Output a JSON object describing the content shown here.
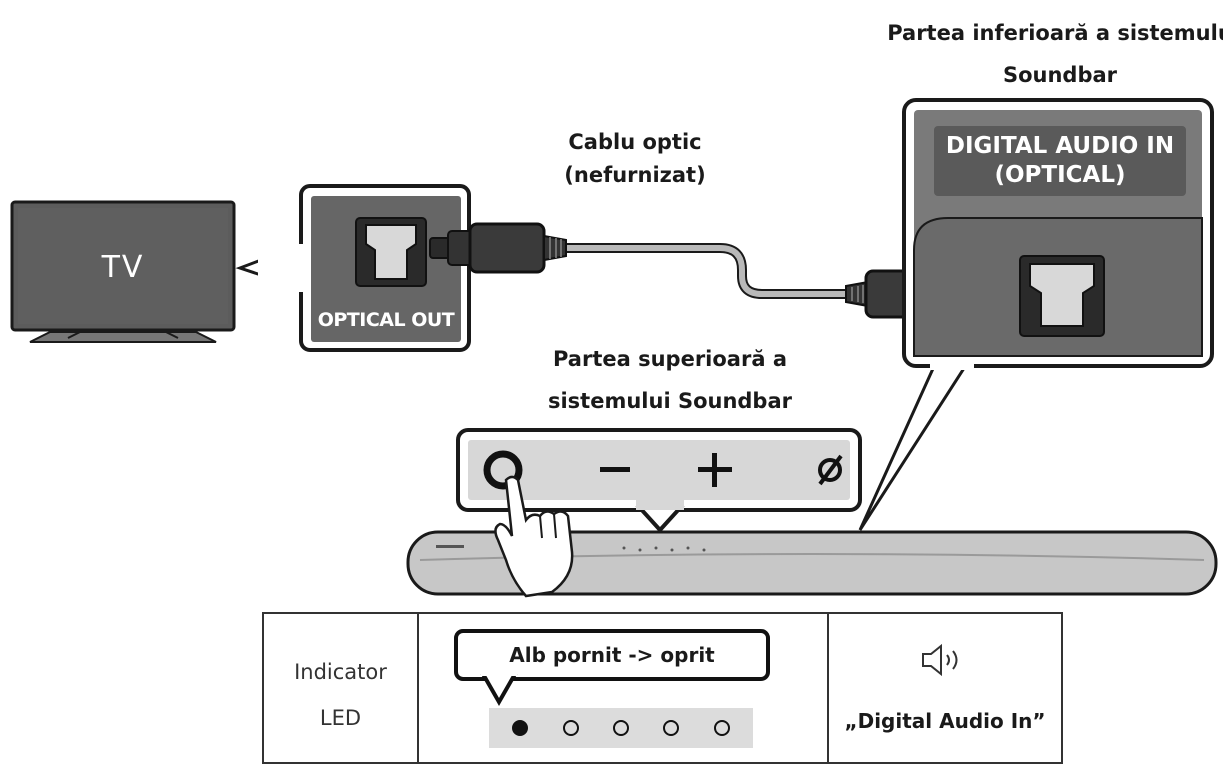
{
  "tv": {
    "label": "TV"
  },
  "tv_port": {
    "label": "OPTICAL OUT"
  },
  "cable": {
    "line1": "Cablu optic",
    "line2": "(nefurnizat)"
  },
  "soundbar_bottom": {
    "caption_line1": "Partea inferioară a sistemulu",
    "caption_line2": "Soundbar",
    "port_label_line1": "DIGITAL AUDIO IN",
    "port_label_line2": "(OPTICAL)"
  },
  "soundbar_top": {
    "caption_line1": "Partea superioară a",
    "caption_line2": "sistemului Soundbar",
    "buttons": [
      {
        "name": "power",
        "glyph": ""
      },
      {
        "name": "volume-down",
        "glyph": "−"
      },
      {
        "name": "volume-up",
        "glyph": "+"
      },
      {
        "name": "mic-off",
        "glyph": "ø"
      }
    ]
  },
  "led_table": {
    "label_line1": "Indicator",
    "label_line2": "LED",
    "status": "Alb pornit -> oprit",
    "leds": [
      true,
      false,
      false,
      false,
      false
    ],
    "mode": "„Digital Audio In”",
    "icon": "speaker-icon"
  }
}
